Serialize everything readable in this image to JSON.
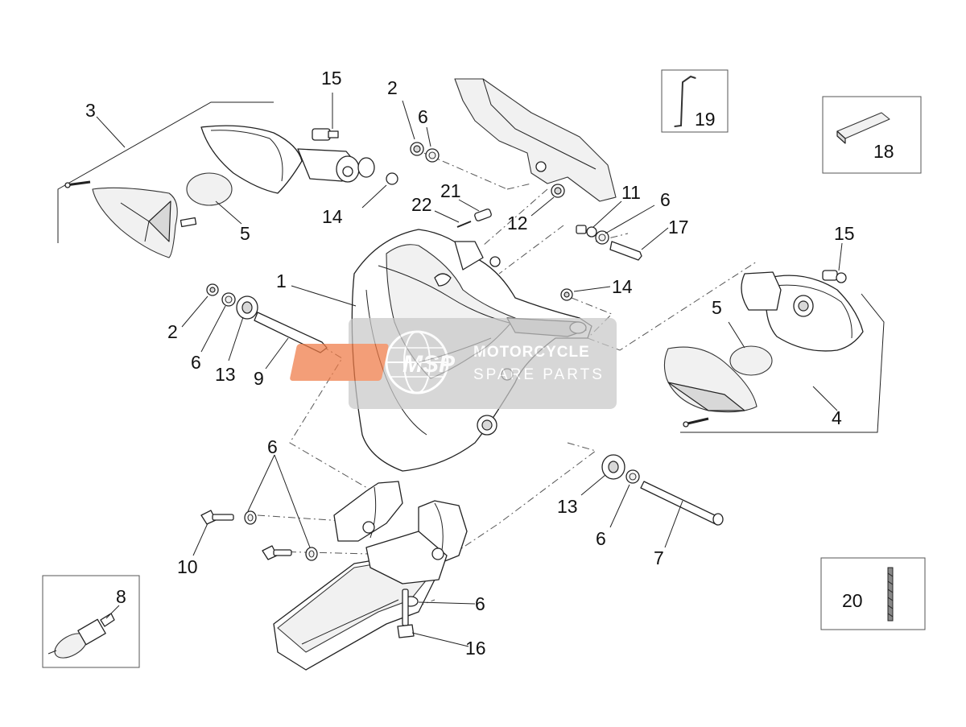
{
  "diagram": {
    "callouts": {
      "c1": "1",
      "c2a": "2",
      "c2b": "2",
      "c3": "3",
      "c4": "4",
      "c5a": "5",
      "c5b": "5",
      "c6a": "6",
      "c6b": "6",
      "c6c": "6",
      "c6d": "6",
      "c6e": "6",
      "c6f": "6",
      "c7": "7",
      "c8": "8",
      "c9": "9",
      "c10": "10",
      "c11": "11",
      "c12": "12",
      "c13a": "13",
      "c13b": "13",
      "c14a": "14",
      "c14b": "14",
      "c15a": "15",
      "c15b": "15",
      "c16": "16",
      "c17": "17",
      "c18": "18",
      "c19": "19",
      "c20": "20",
      "c21": "21",
      "c22": "22"
    },
    "watermark": {
      "line1": "MOTORCYCLE",
      "line2": "SPARE PARTS",
      "badge": "MSP"
    }
  }
}
